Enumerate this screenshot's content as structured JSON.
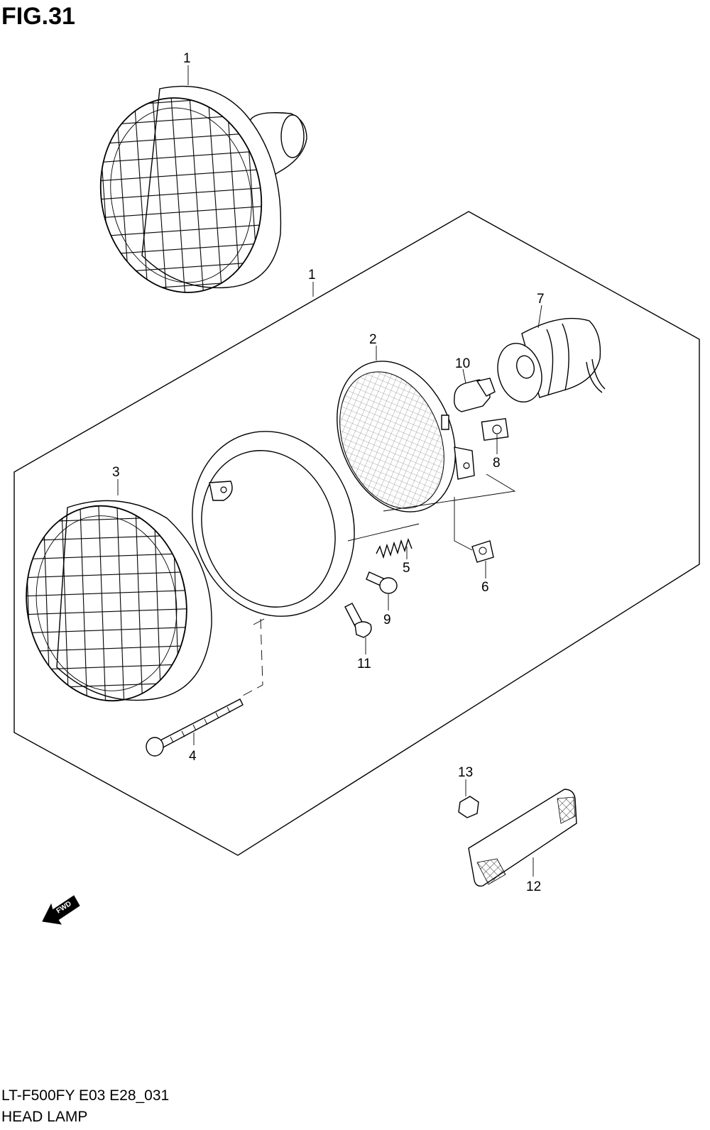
{
  "figure": {
    "title": "FIG.31",
    "code": "LT-F500FY E03 E28_031",
    "name": "HEAD LAMP"
  },
  "fwd_label": "FWD",
  "callouts": {
    "c1_top": "1",
    "c1_box": "1",
    "c2": "2",
    "c3": "3",
    "c4": "4",
    "c5": "5",
    "c6": "6",
    "c7": "7",
    "c8": "8",
    "c9": "9",
    "c10": "10",
    "c11": "11",
    "c12": "12",
    "c13": "13"
  }
}
